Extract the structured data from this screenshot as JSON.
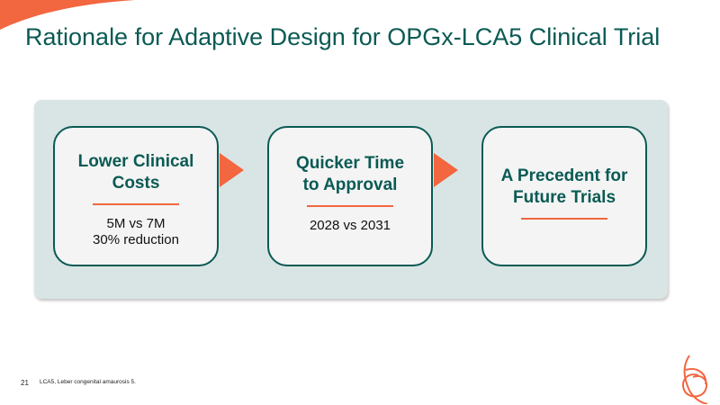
{
  "slide": {
    "title": "Rationale for Adaptive Design for OPGx-LCA5 Clinical Trial",
    "cards": [
      {
        "heading_line1": "Lower Clinical",
        "heading_line2": "Costs",
        "detail_line1": "5M vs 7M",
        "detail_line2": "30% reduction"
      },
      {
        "heading_line1": "Quicker Time",
        "heading_line2": "to Approval",
        "detail_line1": "2028 vs 2031"
      },
      {
        "heading_line1": "A Precedent for",
        "heading_line2": "Future Trials"
      }
    ],
    "page_number": "21",
    "footnote": "LCA5, Leber congenital amaurosis 5."
  },
  "colors": {
    "primary": "#0b5a54",
    "accent": "#f26640",
    "panel": "#d8e5e4"
  }
}
